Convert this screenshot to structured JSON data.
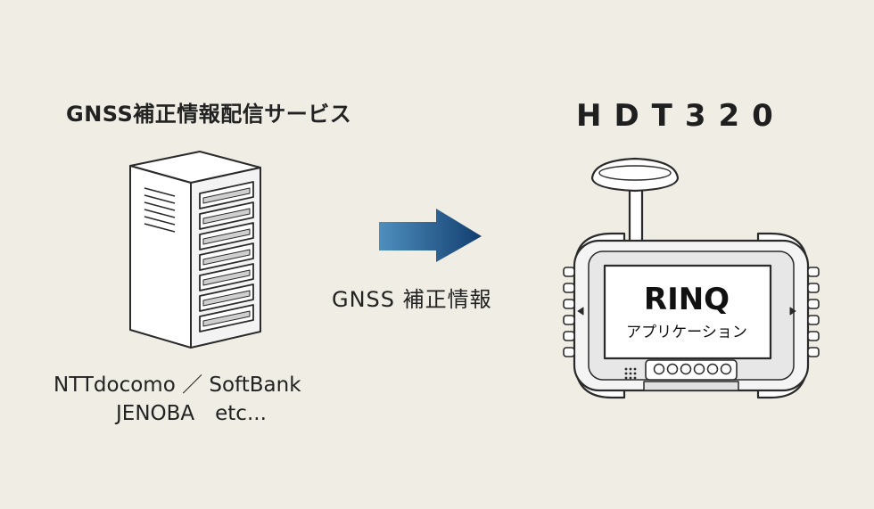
{
  "service": {
    "title": "GNSS補正情報配信サービス",
    "providers_line1": "NTTdocomo ／ SoftBank",
    "providers_line2": "JENOBA　etc..."
  },
  "flow": {
    "label": "GNSS 補正情報",
    "arrow_gradient": [
      "#4e8fbe",
      "#123e6f"
    ]
  },
  "device": {
    "title": "HDT320",
    "screen_title": "RINQ",
    "screen_subtitle": "アプリケーション"
  },
  "colors": {
    "background": "#efede4",
    "line": "#2a2a2a",
    "device_body": "#f4f4f4"
  }
}
